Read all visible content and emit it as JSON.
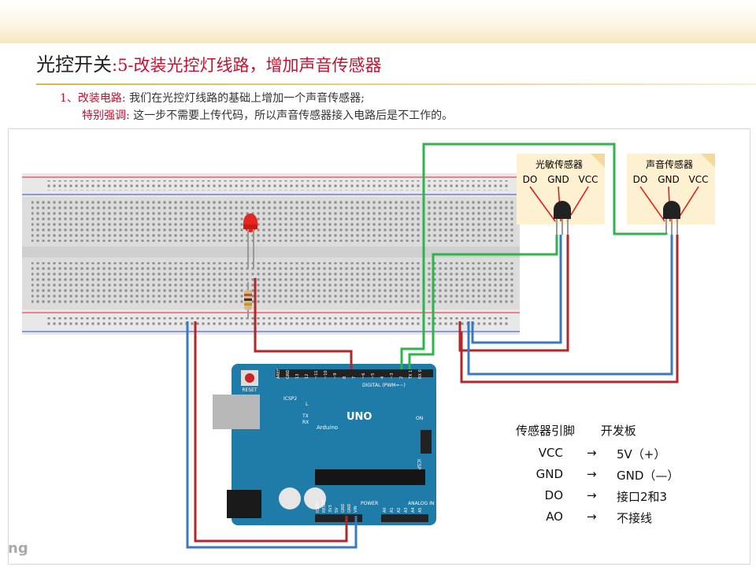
{
  "slide": {
    "title_main": "光控开关",
    "title_sub": ":5-改装光控灯线路，增加声音传感器",
    "line1_prefix": "1、改装电路:",
    "line1_text": "我们在光控灯线路的基础上增加一个声音传感器;",
    "line2_prefix": "特别强调:",
    "line2_text": "这一步不需要上传代码，所以声音传感器接入电路后是不工作的。",
    "watermark": "ng"
  },
  "sensors": [
    {
      "name": "光敏传感器",
      "pins": [
        "DO",
        "GND",
        "VCC"
      ]
    },
    {
      "name": "声音传感器",
      "pins": [
        "DO",
        "GND",
        "VCC"
      ]
    }
  ],
  "board": {
    "brand": "Arduino",
    "model": "UNO",
    "reset": "RESET",
    "icsp2": "ICSP2",
    "icsp": "ICSP",
    "digital": "DIGITAL (PWM=~)",
    "analog": "ANALOG IN",
    "power": "POWER",
    "led_l": "L",
    "led_tx": "TX",
    "led_rx": "RX",
    "on": "ON",
    "d_pins": [
      "AREF",
      "GND",
      "13",
      "12",
      "~11",
      "~10",
      "~9",
      "8",
      "7",
      "~6",
      "~5",
      "4",
      "~3",
      "2",
      "TX 1",
      "RX 0"
    ],
    "p_pins": [
      "IOREF",
      "RESET",
      "3V3",
      "5V",
      "GND",
      "GND",
      "VIN"
    ],
    "a_pins": [
      "A0",
      "A1",
      "A2",
      "A3",
      "A4",
      "A5"
    ]
  },
  "mapping": {
    "header": [
      "传感器引脚",
      "开发板"
    ],
    "rows": [
      {
        "pin": "VCC",
        "arrow": "→",
        "board": "5V（+）"
      },
      {
        "pin": "GND",
        "arrow": "→",
        "board": "GND（—）"
      },
      {
        "pin": "DO",
        "arrow": "→",
        "board": "接口2和3"
      },
      {
        "pin": "AO",
        "arrow": "→",
        "board": "不接线"
      }
    ]
  },
  "colors": {
    "title_accent": "#c8102e",
    "wire_red": "#b3262a",
    "wire_blue": "#3a78c0",
    "wire_green": "#2fb34a",
    "board_blue": "#1f7ba7",
    "note_bg": "#fdf1d2"
  }
}
